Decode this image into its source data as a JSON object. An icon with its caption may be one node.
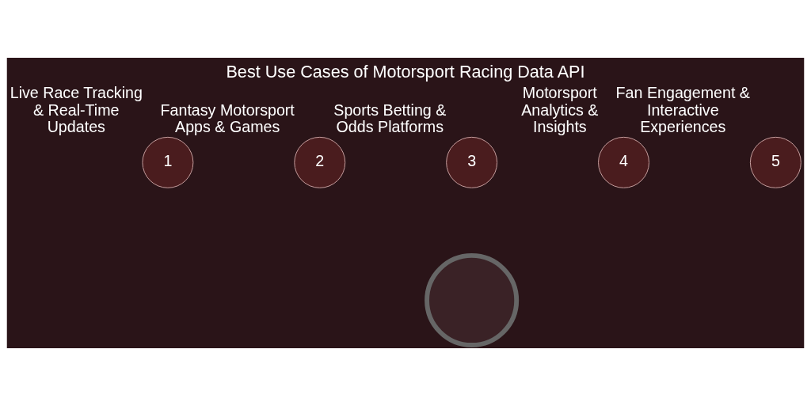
{
  "diagram": {
    "title": "Best Use Cases of Motorsport Racing Data API",
    "nodes": [
      {
        "text": [
          "1"
        ],
        "beside": [
          "Live Race Tracking & Real-Time Updates"
        ]
      },
      {
        "text": [
          "2"
        ],
        "beside": [
          "Fantasy Motorsport Apps & Games"
        ]
      },
      {
        "text": [
          "3"
        ],
        "beside": [
          "Sports Betting & Odds Platforms"
        ]
      },
      {
        "text": [
          "4"
        ],
        "beside": [
          "Motorsport Analytics & Insights"
        ]
      },
      {
        "text": [
          "5"
        ],
        "beside": [
          "Fan Engagement & Interactive Experiences"
        ]
      },
      {
        "text": [],
        "shape": "circle"
      }
    ]
  }
}
